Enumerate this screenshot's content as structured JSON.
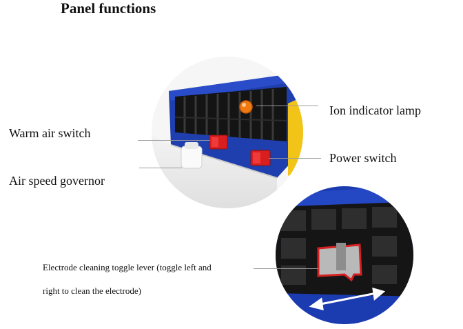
{
  "title": "Panel functions",
  "labels": {
    "ion_indicator_lamp": "Ion indicator lamp",
    "warm_air_switch": "Warm air switch",
    "power_switch": "Power switch",
    "air_speed_governor": "Air speed governor",
    "electrode_lever_line1": "Electrode cleaning toggle lever (toggle left and",
    "electrode_lever_line2": "right to clean the electrode)"
  },
  "colors": {
    "panel_blue": "#1f3fae",
    "switch_red": "#d81e1e",
    "lamp_orange": "#f07a12",
    "lever_outline": "#d42020",
    "accent_yellow": "#f2c418"
  }
}
